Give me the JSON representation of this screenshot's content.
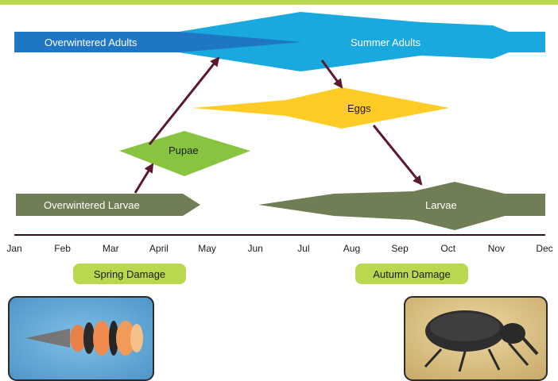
{
  "months": [
    "Jan",
    "Feb",
    "Mar",
    "April",
    "May",
    "Jun",
    "Jul",
    "Aug",
    "Sep",
    "Oct",
    "Nov",
    "Dec"
  ],
  "stages": {
    "overwintered_adults": "Overwintered Adults",
    "summer_adults": "Summer Adults",
    "eggs": "Eggs",
    "pupae": "Pupae",
    "overwintered_larvae": "Overwintered Larvae",
    "larvae": "Larvae"
  },
  "damage": {
    "spring": "Spring Damage",
    "autumn": "Autumn Damage"
  },
  "colors": {
    "top_rule": "#b9d84f",
    "adults_dark": "#1f77c4",
    "adults_light": "#1aa9df",
    "eggs": "#ffcc26",
    "pupae": "#88c43f",
    "larvae": "#6f7e54",
    "arrow": "#5b1a2b",
    "pill": "#b9d84f"
  },
  "photos": {
    "left": "larva-photo",
    "right": "weevil-adult-photo"
  }
}
